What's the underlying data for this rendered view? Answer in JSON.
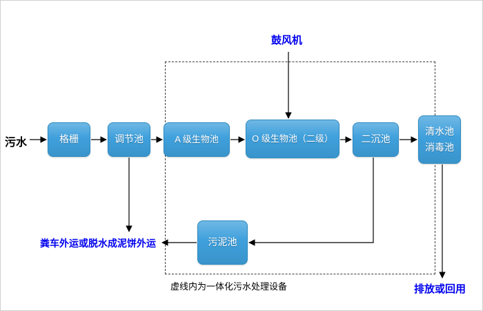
{
  "diagram": {
    "source_label": "污水",
    "blower_label": "鼓风机",
    "boxes": {
      "grid": "格栅",
      "regulation": "调节池",
      "a_bio": "A 级生物池",
      "o_bio": "O 级生物池（二级）",
      "secondary_sedimentation": "二沉池",
      "clean_water": "清水池",
      "disinfection": "消毒池",
      "sludge": "污泥池"
    },
    "labels": {
      "sludge_disposal": "粪车外运或脱水成泥饼外运",
      "dashed_box_caption": "虚线内为一体化污水处理设备",
      "discharge": "排放或回用"
    },
    "colors": {
      "box_fill": "#3FA0DC",
      "accent_text": "#0000EE",
      "arrow": "#000000",
      "box_text": "#FFFFFF"
    }
  }
}
